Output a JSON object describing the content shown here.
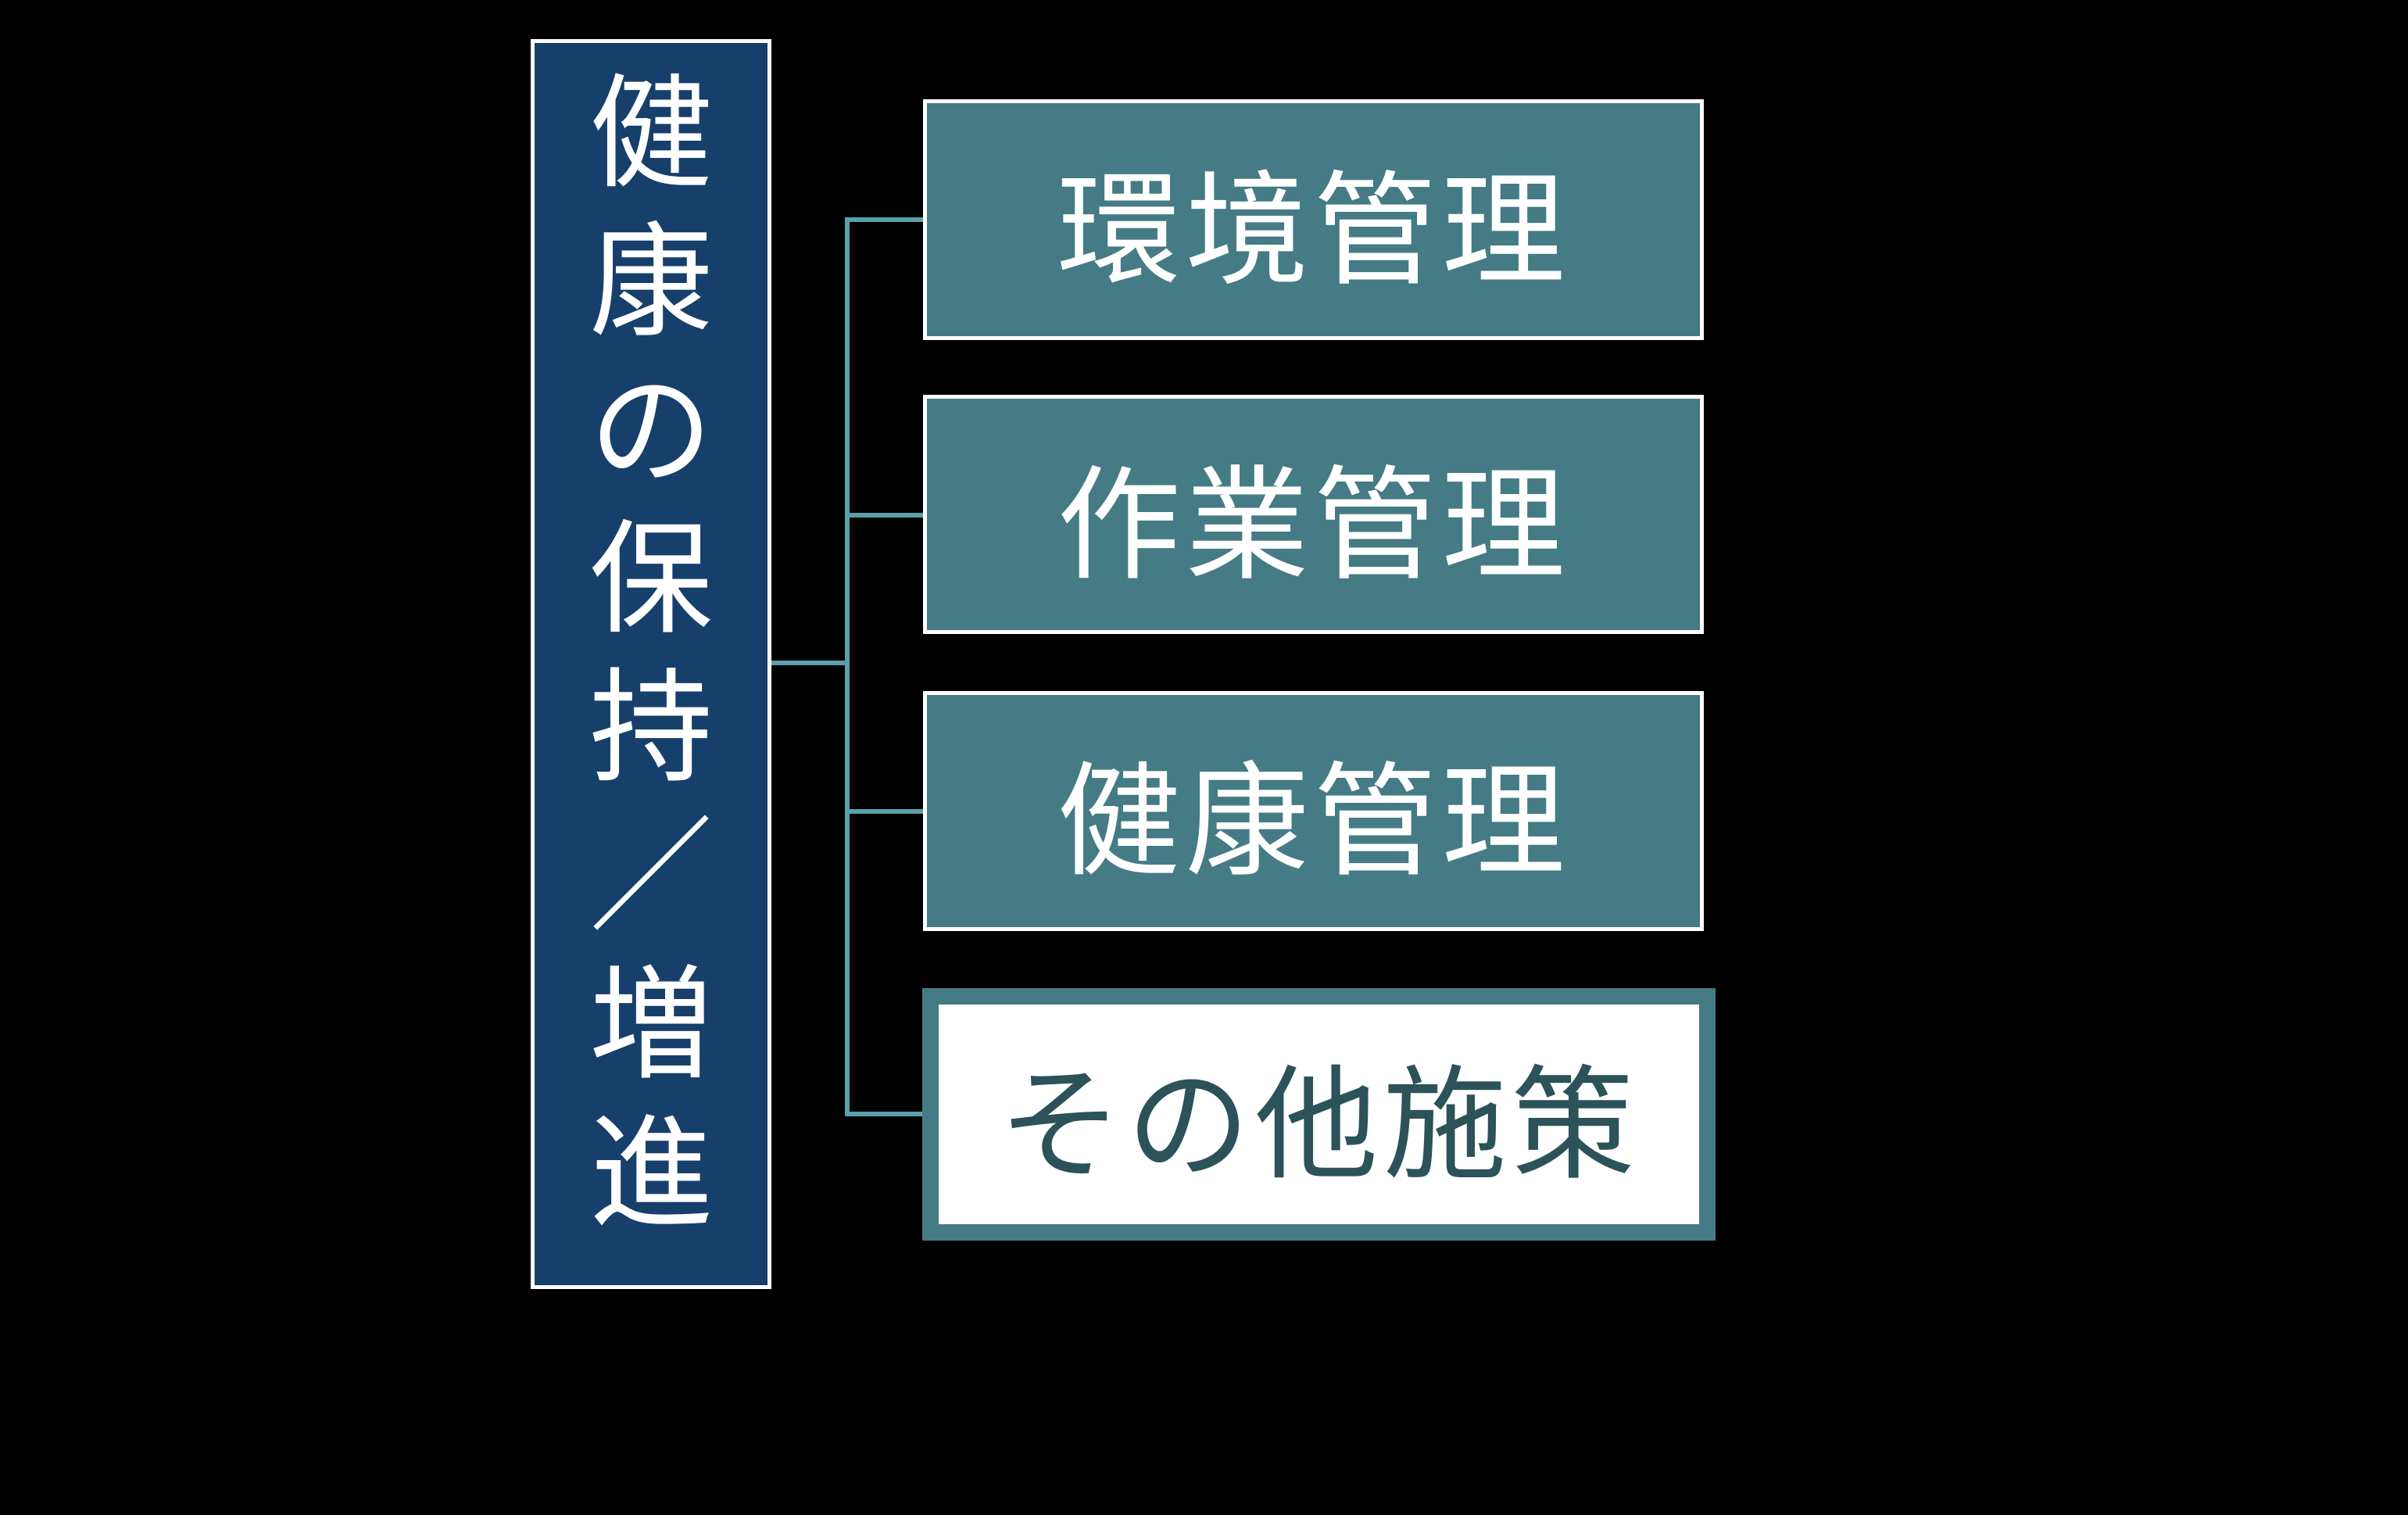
{
  "diagram": {
    "root": {
      "label": "健康の保持／増進",
      "chars": [
        "健",
        "康",
        "の",
        "保",
        "持",
        "／",
        "増",
        "進"
      ],
      "fill": "#173f6b",
      "border": "#ffffff"
    },
    "children": [
      {
        "label": "環境管理",
        "style": "teal"
      },
      {
        "label": "作業管理",
        "style": "teal"
      },
      {
        "label": "健康管理",
        "style": "teal"
      },
      {
        "label": "その他施策",
        "style": "outline-highlight"
      }
    ],
    "colors": {
      "background": "#000000",
      "child_fill": "#447b85",
      "connector": "#5aa0ab",
      "highlight_text": "#2c525a"
    }
  }
}
